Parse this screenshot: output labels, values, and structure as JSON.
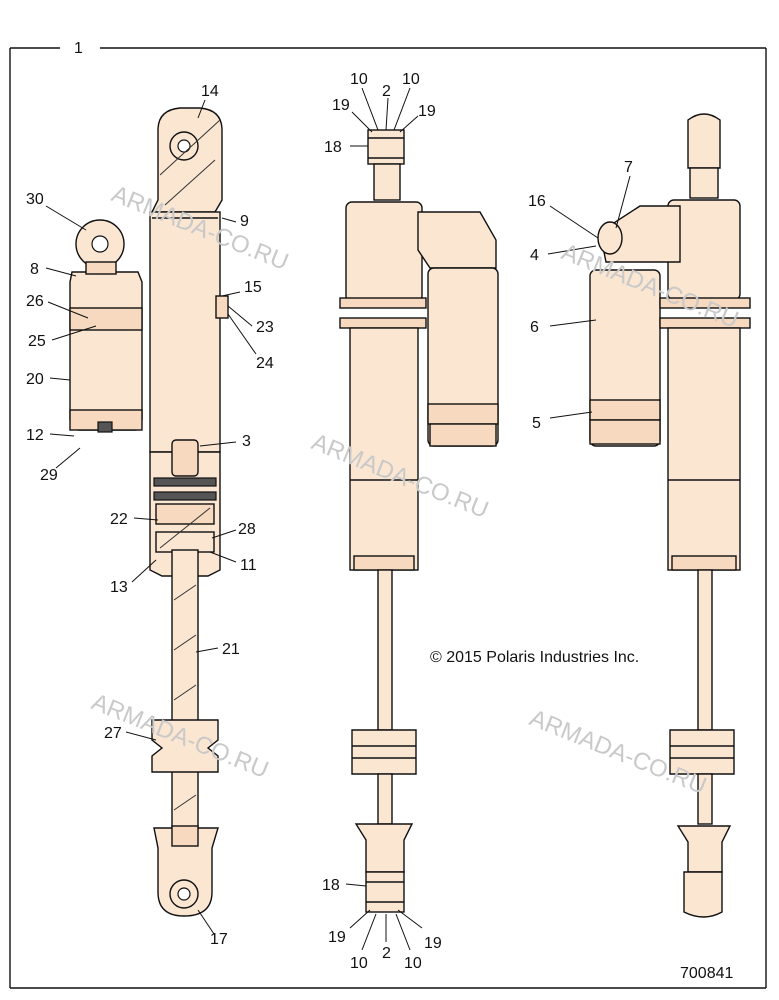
{
  "figure": {
    "group_label": "1",
    "copyright": "© 2015 Polaris Industries Inc.",
    "part_number": "700841",
    "watermark": "ARMADA-CO.RU"
  },
  "callouts": {
    "c14": "14",
    "c30": "30",
    "c9": "9",
    "c8": "8",
    "c15": "15",
    "c26": "26",
    "c23": "23",
    "c25": "25",
    "c24": "24",
    "c20": "20",
    "c12": "12",
    "c29": "29",
    "c3": "3",
    "c22": "22",
    "c28": "28",
    "c11": "11",
    "c13": "13",
    "c21": "21",
    "c27": "27",
    "c17": "17",
    "c10a": "10",
    "c2a": "2",
    "c10b": "10",
    "c19a": "19",
    "c19b": "19",
    "c18a": "18",
    "c18b": "18",
    "c19c": "19",
    "c19d": "19",
    "c10c": "10",
    "c2b": "2",
    "c10d": "10",
    "c7": "7",
    "c16": "16",
    "c4": "4",
    "c6": "6",
    "c5": "5"
  },
  "colors": {
    "part_fill": "#fbe6d2",
    "line": "#111111",
    "watermark": "#c9c9c9"
  }
}
